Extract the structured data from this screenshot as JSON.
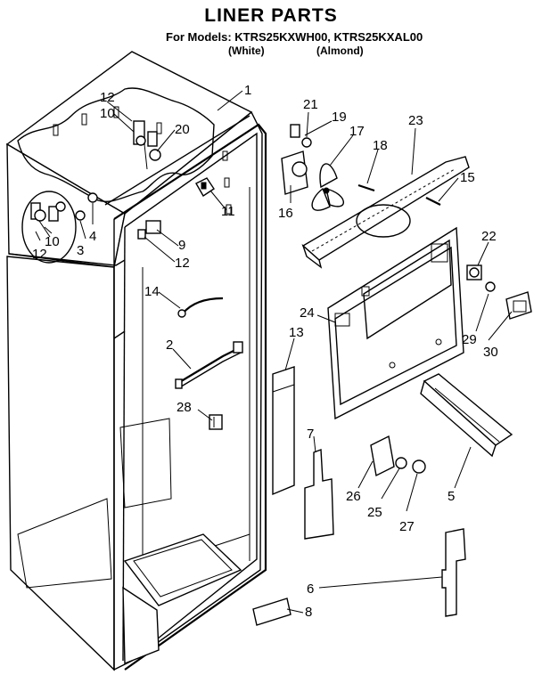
{
  "header": {
    "title": "LINER PARTS",
    "models_line": "For Models: KTRS25KXWH00, KTRS25KXAL00",
    "white_label": "(White)",
    "almond_label": "(Almond)"
  },
  "callouts": {
    "c1": "1",
    "c2": "2",
    "c3": "3",
    "c4": "4",
    "c5": "5",
    "c6": "6",
    "c7": "7",
    "c8": "8",
    "c9": "9",
    "c10a": "10",
    "c10b": "10",
    "c11": "11",
    "c12a": "12",
    "c12b": "12",
    "c12c": "12",
    "c13": "13",
    "c14": "14",
    "c15": "15",
    "c16": "16",
    "c17": "17",
    "c18": "18",
    "c19": "19",
    "c20": "20",
    "c21": "21",
    "c22": "22",
    "c23": "23",
    "c24": "24",
    "c25": "25",
    "c26": "26",
    "c27": "27",
    "c28": "28",
    "c29": "29",
    "c30": "30"
  }
}
